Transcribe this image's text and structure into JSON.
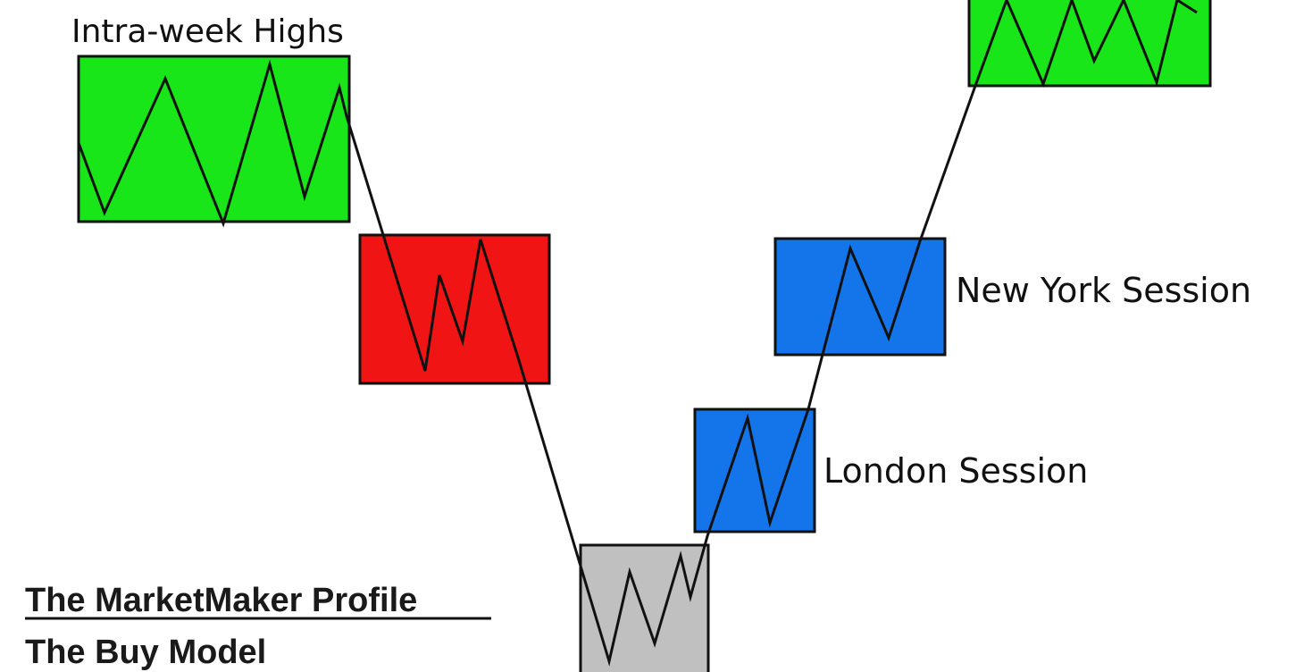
{
  "labels": {
    "intra_week_highs": "Intra-week Highs",
    "new_york_session": "New York Session",
    "london_session": "London Session"
  },
  "title": {
    "main": "The MarketMaker Profile",
    "sub": "The Buy Model"
  },
  "colors": {
    "green_box": "#19e619",
    "red_box": "#f01414",
    "blue_box": "#1475eb",
    "gray_box": "#c0c0c0",
    "line": "#111111"
  }
}
